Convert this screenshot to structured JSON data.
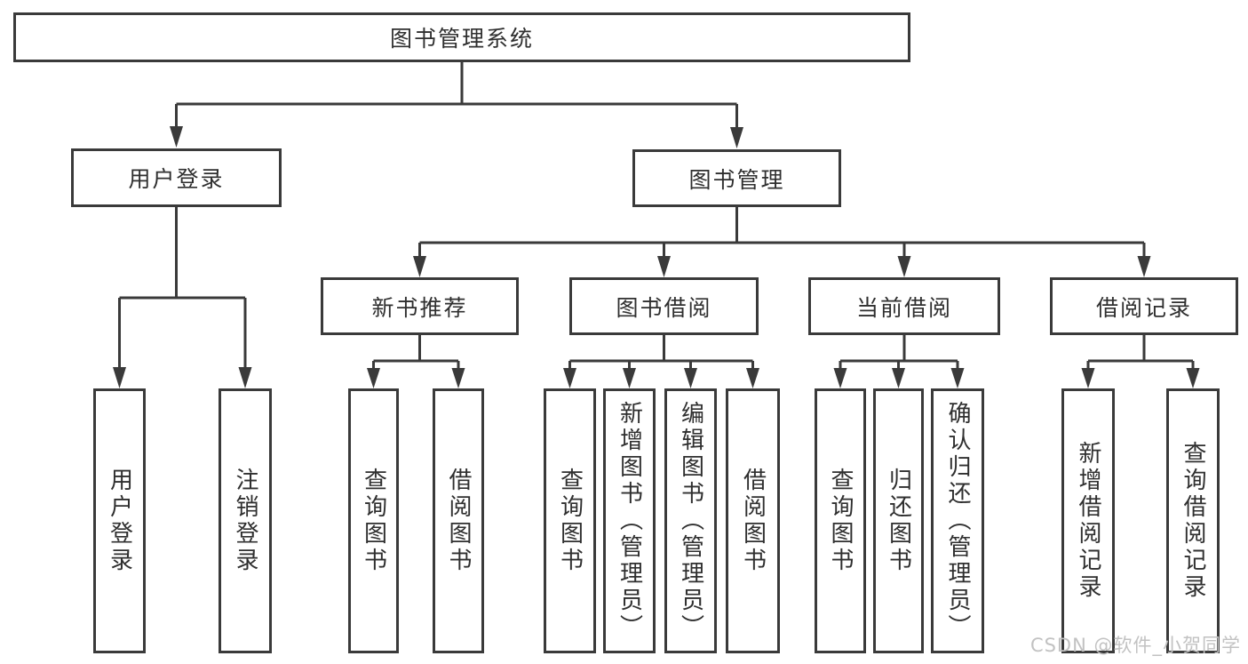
{
  "colors": {
    "line": "#3a3a3a",
    "text": "#2f2f2f",
    "background": "#ffffff",
    "watermark": "#c2c2c2"
  },
  "watermark": "CSDN @软件_小贺同学",
  "tree": {
    "root": "图书管理系统",
    "children": [
      {
        "label": "用户登录",
        "children": [
          "用户登录",
          "注销登录"
        ]
      },
      {
        "label": "图书管理",
        "children": [
          {
            "label": "新书推荐",
            "children": [
              "查询图书",
              "借阅图书"
            ]
          },
          {
            "label": "图书借阅",
            "children": [
              "查询图书",
              "新增图书（管理员）",
              "编辑图书（管理员）",
              "借阅图书"
            ]
          },
          {
            "label": "当前借阅",
            "children": [
              "查询图书",
              "归还图书",
              "确认归还（管理员）"
            ]
          },
          {
            "label": "借阅记录",
            "children": [
              "新增借阅记录",
              "查询借阅记录"
            ]
          }
        ]
      }
    ]
  }
}
